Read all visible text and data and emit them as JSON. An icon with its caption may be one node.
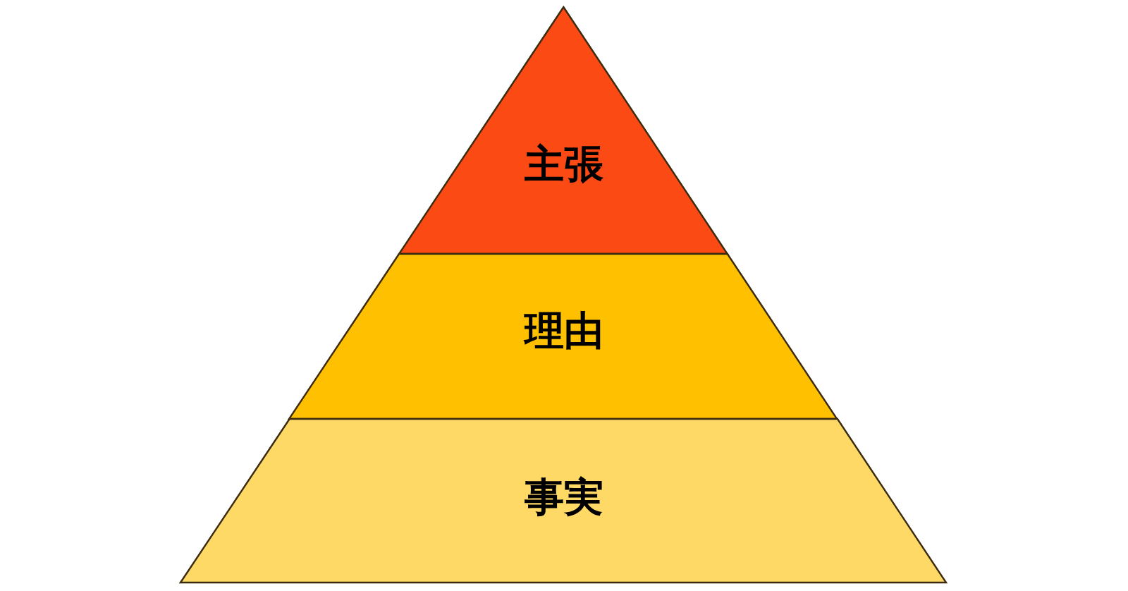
{
  "diagram": {
    "nodes": [
      {
        "text": [
          "主張"
        ]
      },
      {
        "text": [
          "理由"
        ]
      },
      {
        "text": [
          "事実"
        ]
      }
    ]
  }
}
